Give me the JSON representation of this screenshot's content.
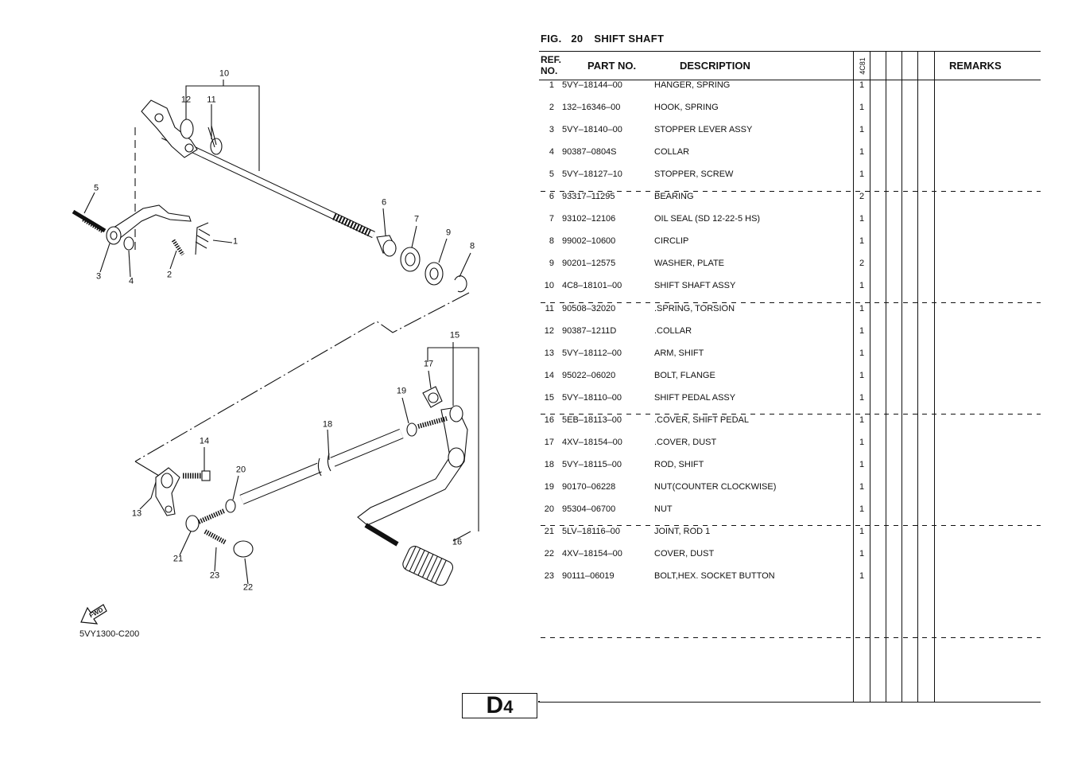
{
  "figure": {
    "fig_label": "FIG.",
    "fig_number": "20",
    "title": "SHIFT SHAFT"
  },
  "table_header": {
    "ref_no_line1": "REF.",
    "ref_no_line2": "NO.",
    "part_no": "PART NO.",
    "description": "DESCRIPTION",
    "model_code": "4C81",
    "remarks": "REMARKS"
  },
  "parts": [
    {
      "ref": "1",
      "part_no": "5VY–18144–00",
      "description": "HANGER, SPRING",
      "qty": "1"
    },
    {
      "ref": "2",
      "part_no": "132–16346–00",
      "description": "HOOK, SPRING",
      "qty": "1"
    },
    {
      "ref": "3",
      "part_no": "5VY–18140–00",
      "description": "STOPPER LEVER ASSY",
      "qty": "1"
    },
    {
      "ref": "4",
      "part_no": "90387–0804S",
      "description": "COLLAR",
      "qty": "1"
    },
    {
      "ref": "5",
      "part_no": "5VY–18127–10",
      "description": "STOPPER, SCREW",
      "qty": "1"
    },
    {
      "ref": "6",
      "part_no": "93317–11295",
      "description": "BEARING",
      "qty": "2"
    },
    {
      "ref": "7",
      "part_no": "93102–12106",
      "description": "OIL SEAL (SD 12-22-5 HS)",
      "qty": "1"
    },
    {
      "ref": "8",
      "part_no": "99002–10600",
      "description": "CIRCLIP",
      "qty": "1"
    },
    {
      "ref": "9",
      "part_no": "90201–12575",
      "description": "WASHER, PLATE",
      "qty": "2"
    },
    {
      "ref": "10",
      "part_no": "4C8–18101–00",
      "description": "SHIFT SHAFT ASSY",
      "qty": "1"
    },
    {
      "ref": "11",
      "part_no": "90508–32020",
      "description": ".SPRING, TORSION",
      "qty": "1"
    },
    {
      "ref": "12",
      "part_no": "90387–1211D",
      "description": ".COLLAR",
      "qty": "1"
    },
    {
      "ref": "13",
      "part_no": "5VY–18112–00",
      "description": "ARM, SHIFT",
      "qty": "1"
    },
    {
      "ref": "14",
      "part_no": "95022–06020",
      "description": "BOLT, FLANGE",
      "qty": "1"
    },
    {
      "ref": "15",
      "part_no": "5VY–18110–00",
      "description": "SHIFT PEDAL ASSY",
      "qty": "1"
    },
    {
      "ref": "16",
      "part_no": "5EB–18113–00",
      "description": ".COVER, SHIFT PEDAL",
      "qty": "1"
    },
    {
      "ref": "17",
      "part_no": "4XV–18154–00",
      "description": ".COVER, DUST",
      "qty": "1"
    },
    {
      "ref": "18",
      "part_no": "5VY–18115–00",
      "description": "ROD, SHIFT",
      "qty": "1"
    },
    {
      "ref": "19",
      "part_no": "90170–06228",
      "description": "NUT(COUNTER CLOCKWISE)",
      "qty": "1"
    },
    {
      "ref": "20",
      "part_no": "95304–06700",
      "description": "NUT",
      "qty": "1"
    },
    {
      "ref": "21",
      "part_no": "5LV–18116–00",
      "description": "JOINT, ROD 1",
      "qty": "1"
    },
    {
      "ref": "22",
      "part_no": "4XV–18154–00",
      "description": "COVER, DUST",
      "qty": "1"
    },
    {
      "ref": "23",
      "part_no": "90111–06019",
      "description": "BOLT,HEX. SOCKET BUTTON",
      "qty": "1"
    }
  ],
  "diagram": {
    "callouts": [
      "1",
      "2",
      "3",
      "4",
      "5",
      "6",
      "7",
      "8",
      "9",
      "10",
      "11",
      "12",
      "13",
      "14",
      "15",
      "16",
      "17",
      "18",
      "19",
      "20",
      "21",
      "22",
      "23"
    ],
    "fwd_label": "FWD",
    "drawing_code": "5VY1300-C200"
  },
  "page": {
    "section_letter": "D",
    "section_number": "4"
  }
}
